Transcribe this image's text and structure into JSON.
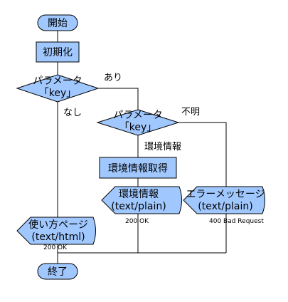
{
  "colors": {
    "node_fill": "#a0c8ff",
    "stroke": "#000000",
    "background": "#ffffff"
  },
  "nodes": {
    "start": {
      "label": "開始"
    },
    "init": {
      "label": "初期化"
    },
    "decision1": {
      "label_line1": "パラメータ",
      "label_line2": "「key」"
    },
    "decision2": {
      "label_line1": "パラメータ",
      "label_line2": "「key」"
    },
    "get_env": {
      "label": "環境情報取得"
    },
    "out_env": {
      "label_line1": "環境情報",
      "label_line2": "(text/plain)",
      "status": "200 OK"
    },
    "out_error": {
      "label_line1": "エラーメッセージ",
      "label_line2": "(text/plain)",
      "status": "400 Bad Request"
    },
    "out_usage": {
      "label_line1": "使い方ページ",
      "label_line2": "(text/html)",
      "status": "200 OK"
    },
    "end": {
      "label": "終了"
    }
  },
  "edges": {
    "d1_yes": "あり",
    "d1_no": "なし",
    "d2_unknown": "不明",
    "d2_env": "環境情報"
  }
}
